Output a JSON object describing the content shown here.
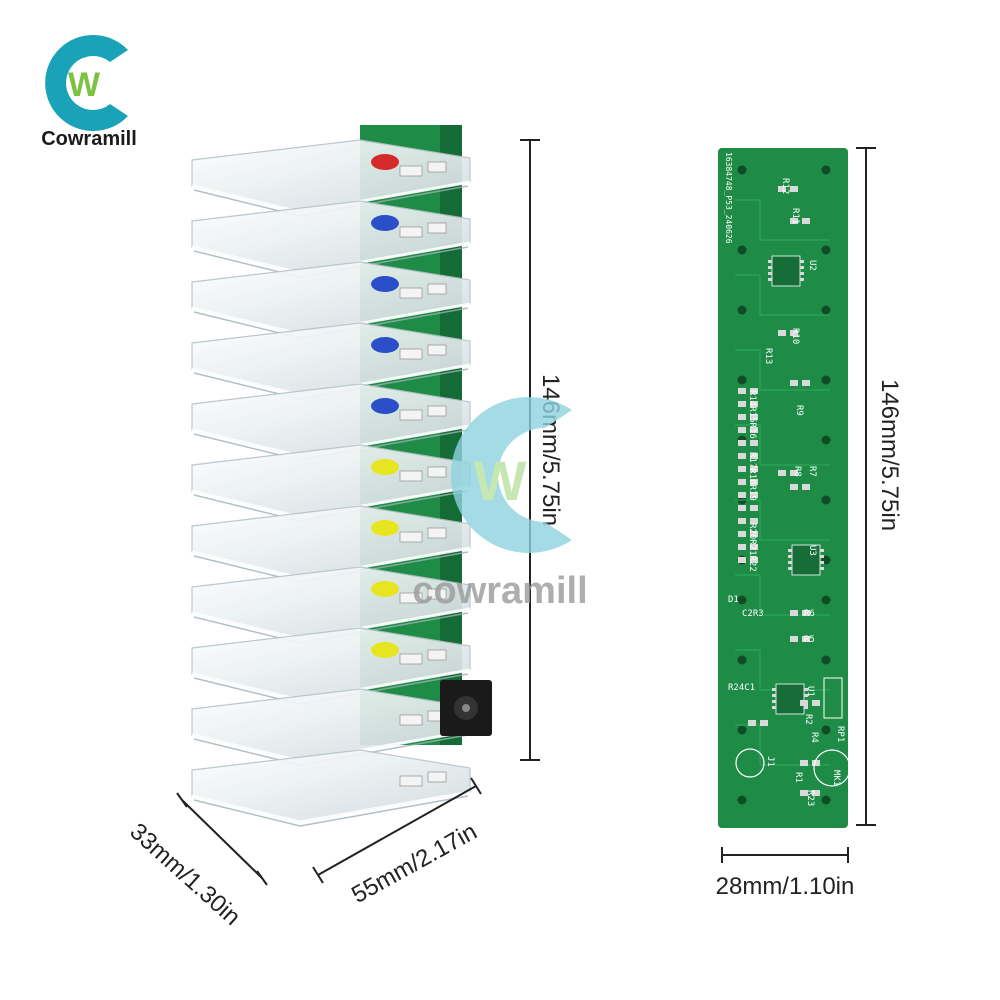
{
  "brand": {
    "name": "Cowramill",
    "logo_letter": "W",
    "colors": {
      "teal": "#1aa3b8",
      "green": "#7dc242"
    }
  },
  "watermark": {
    "text": "cowramill",
    "logo_letter": "W"
  },
  "dimensions": {
    "stack_height": "146mm/5.75in",
    "stack_depth": "33mm/1.30in",
    "stack_width": "55mm/2.17in",
    "pcb_height": "146mm/5.75in",
    "pcb_width": "28mm/1.10in"
  },
  "pcb": {
    "board_id": "16384748_P53_240626",
    "labels": {
      "r12": "R12",
      "r11": "R11",
      "u2": "U2",
      "r10": "R10",
      "r13": "R13",
      "r14_16": "R14R15R16",
      "r9": "R9",
      "r17_19": "R17R18R19",
      "r8": "R8",
      "r7": "R7",
      "r20_22": "R20R21R22",
      "u3": "U3",
      "d1": "D1",
      "c2r3": "C2R3",
      "r6": "R6",
      "r5": "R5",
      "r24c1": "R24C1",
      "u1": "U1",
      "r2": "R2",
      "rp1": "RP1",
      "r4": "R4",
      "j1": "J1",
      "r1": "R1",
      "mk1": "MK1",
      "r23": "R23"
    }
  },
  "colors": {
    "pcb_green": "#1e8c46",
    "pcb_dark": "#156b35",
    "acrylic": "#e9eef0",
    "led_blue": "#2a4fc9",
    "led_yellow": "#e6e51f",
    "led_red": "#d42a2a"
  }
}
